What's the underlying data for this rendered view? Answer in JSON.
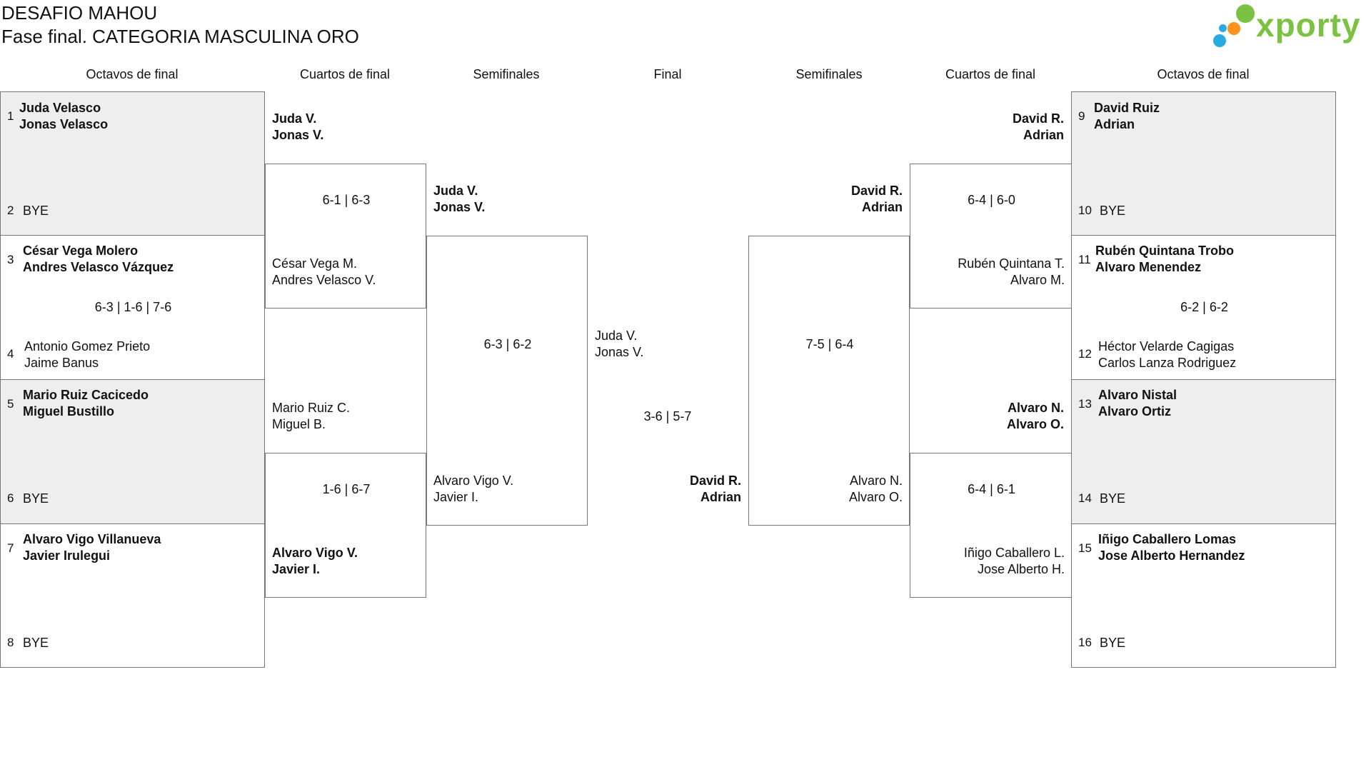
{
  "header": {
    "title": "DESAFIO MAHOU",
    "subtitle": "Fase final. CATEGORIA MASCULINA ORO"
  },
  "logo": {
    "text": "xporty",
    "colors": [
      "#7cc242",
      "#f7931e",
      "#29abe2"
    ]
  },
  "rounds": {
    "l_octavos": "Octavos de final",
    "l_cuartos": "Cuartos de final",
    "l_semis": "Semifinales",
    "final": "Final",
    "r_semis": "Semifinales",
    "r_cuartos": "Cuartos de final",
    "r_octavos": "Octavos de final"
  },
  "left_octavos": [
    {
      "seed_a": "1",
      "a1": "Juda Velasco",
      "a2": "Jonas Velasco",
      "seed_b": "2",
      "b1": "BYE",
      "b2": "",
      "score": ""
    },
    {
      "seed_a": "3",
      "a1": "César Vega Molero",
      "a2": "Andres Velasco Vázquez",
      "seed_b": "4",
      "b1": "Antonio Gomez Prieto",
      "b2": "Jaime Banus",
      "score": "6-3 | 1-6 | 7-6"
    },
    {
      "seed_a": "5",
      "a1": "Mario Ruiz Cacicedo",
      "a2": "Miguel Bustillo",
      "seed_b": "6",
      "b1": "BYE",
      "b2": "",
      "score": ""
    },
    {
      "seed_a": "7",
      "a1": "Alvaro Vigo Villanueva",
      "a2": "Javier Irulegui",
      "seed_b": "8",
      "b1": "BYE",
      "b2": "",
      "score": ""
    }
  ],
  "left_cuartos": [
    {
      "a1": "Juda V.",
      "a2": "Jonas V.",
      "score": "6-1 | 6-3",
      "b1": "César Vega M.",
      "b2": "Andres Velasco V."
    },
    {
      "a1": "Mario Ruiz C.",
      "a2": "Miguel B.",
      "score": "1-6 | 6-7",
      "b1": "Alvaro Vigo V.",
      "b2": "Javier I."
    }
  ],
  "left_semis": {
    "a1": "Juda V.",
    "a2": "Jonas V.",
    "score": "6-3 | 6-2",
    "b1": "Alvaro Vigo V.",
    "b2": "Javier I."
  },
  "final": {
    "a1": "Juda V.",
    "a2": "Jonas V.",
    "score": "3-6 | 5-7",
    "b1": "David R.",
    "b2": "Adrian"
  },
  "right_semis": {
    "a1": "David R.",
    "a2": "Adrian",
    "score": "7-5 | 6-4",
    "b1": "Alvaro N.",
    "b2": "Alvaro O."
  },
  "right_cuartos": [
    {
      "a1": "David R.",
      "a2": "Adrian",
      "score": "6-4 | 6-0",
      "b1": "Rubén Quintana T.",
      "b2": "Alvaro M."
    },
    {
      "a1": "Alvaro N.",
      "a2": "Alvaro O.",
      "score": "6-4 | 6-1",
      "b1": "Iñigo Caballero L.",
      "b2": "Jose Alberto H."
    }
  ],
  "right_octavos": [
    {
      "seed_a": "9",
      "a1": "David Ruiz",
      "a2": "Adrian",
      "seed_b": "10",
      "b1": "BYE",
      "b2": "",
      "score": ""
    },
    {
      "seed_a": "11",
      "a1": "Rubén Quintana Trobo",
      "a2": "Alvaro Menendez",
      "seed_b": "12",
      "b1": "Héctor Velarde Cagigas",
      "b2": "Carlos Lanza Rodriguez",
      "score": "6-2 | 6-2"
    },
    {
      "seed_a": "13",
      "a1": "Alvaro Nistal",
      "a2": "Alvaro Ortiz",
      "seed_b": "14",
      "b1": "BYE",
      "b2": "",
      "score": ""
    },
    {
      "seed_a": "15",
      "a1": "Iñigo Caballero Lomas",
      "a2": "Jose Alberto Hernandez",
      "seed_b": "16",
      "b1": "BYE",
      "b2": "",
      "score": ""
    }
  ]
}
